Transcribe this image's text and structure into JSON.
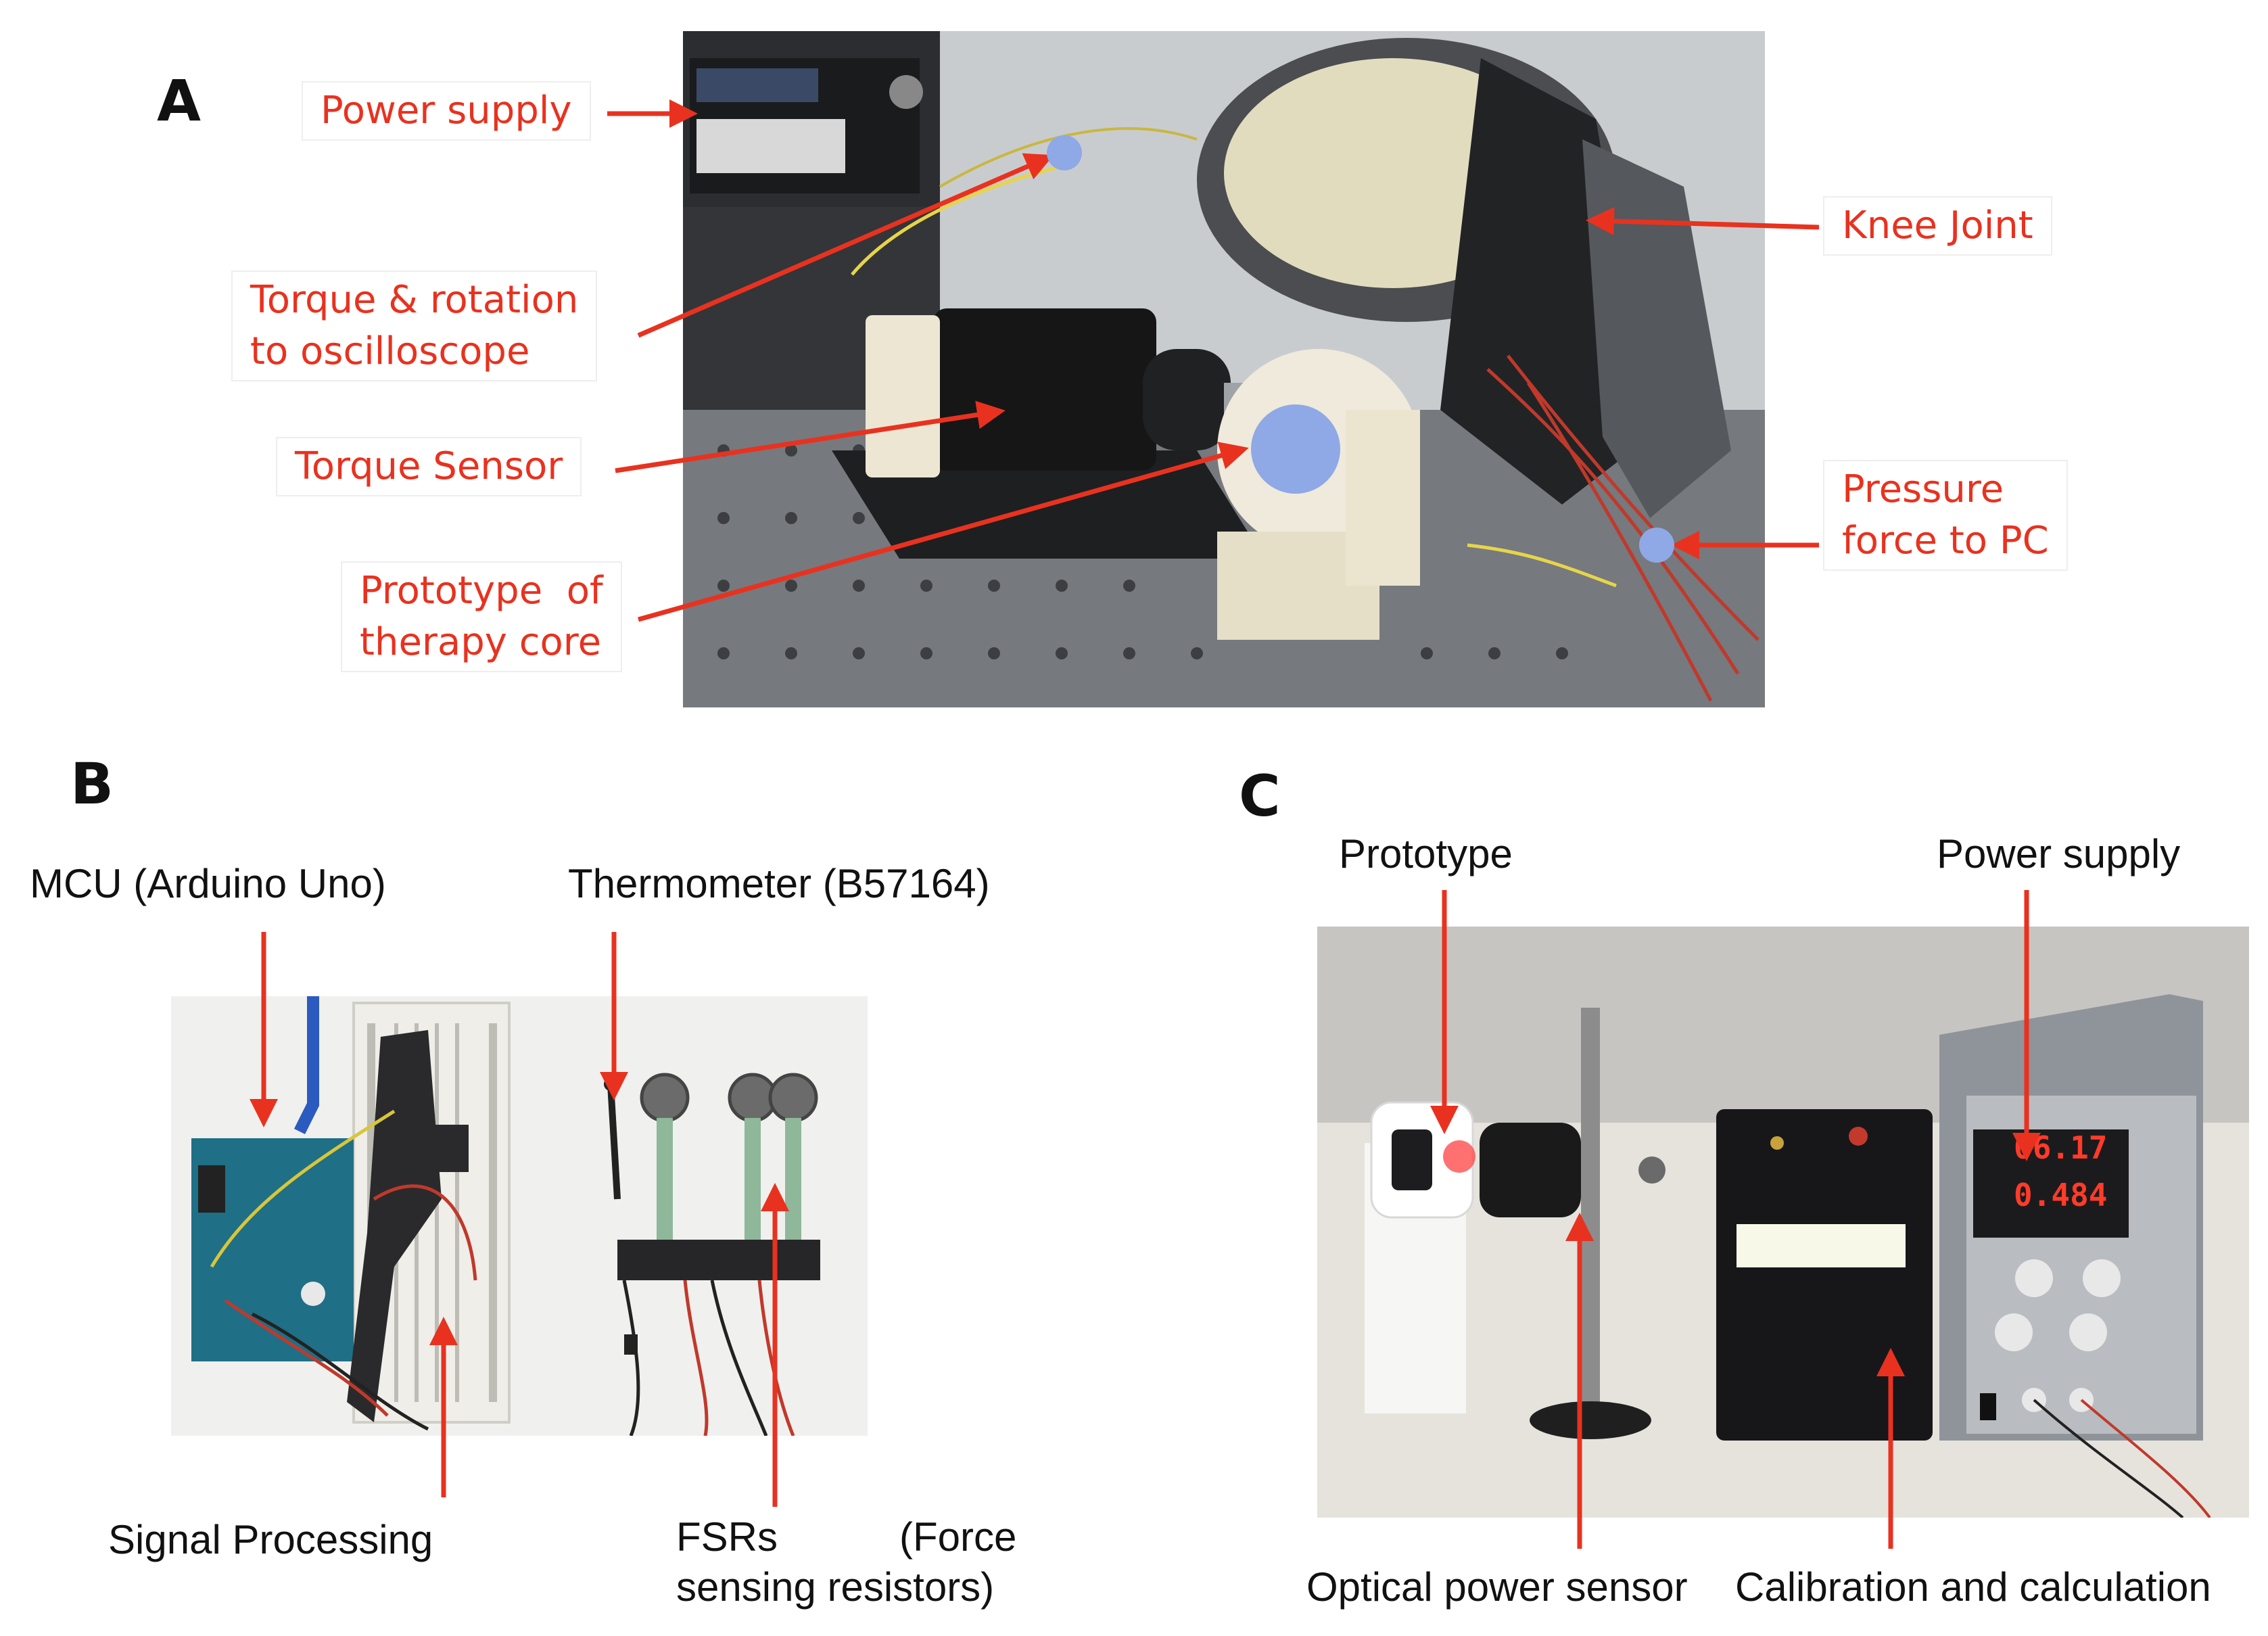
{
  "panels": {
    "a": {
      "letter": "A",
      "labels": {
        "power_supply": "Power supply",
        "torque_rotation_1": "Torque & rotation",
        "torque_rotation_2": "to oscilloscope",
        "torque_sensor": "Torque Sensor",
        "prototype_1": "Prototype  of",
        "prototype_2": "therapy core",
        "knee_joint": "Knee Joint",
        "pressure_1": "Pressure",
        "pressure_2": "force to PC"
      }
    },
    "b": {
      "letter": "B",
      "labels": {
        "mcu": "MCU (Arduino Uno)",
        "thermometer": "Thermometer (B57164)",
        "signal_processing": "Signal Processing",
        "fsrs_1": "FSRs",
        "fsrs_force": "(Force",
        "fsrs_2": "sensing resistors)"
      }
    },
    "c": {
      "letter": "C",
      "labels": {
        "prototype": "Prototype",
        "power_supply": "Power supply",
        "optical_power_sensor": "Optical power sensor",
        "calibration": "Calibration and calculation"
      },
      "display_voltage": "06.17",
      "display_current": "0.484"
    }
  },
  "colors": {
    "label_red": "#e8321f",
    "arrow_red": "#e8321f",
    "marker_blue": "#8fa8e6"
  }
}
